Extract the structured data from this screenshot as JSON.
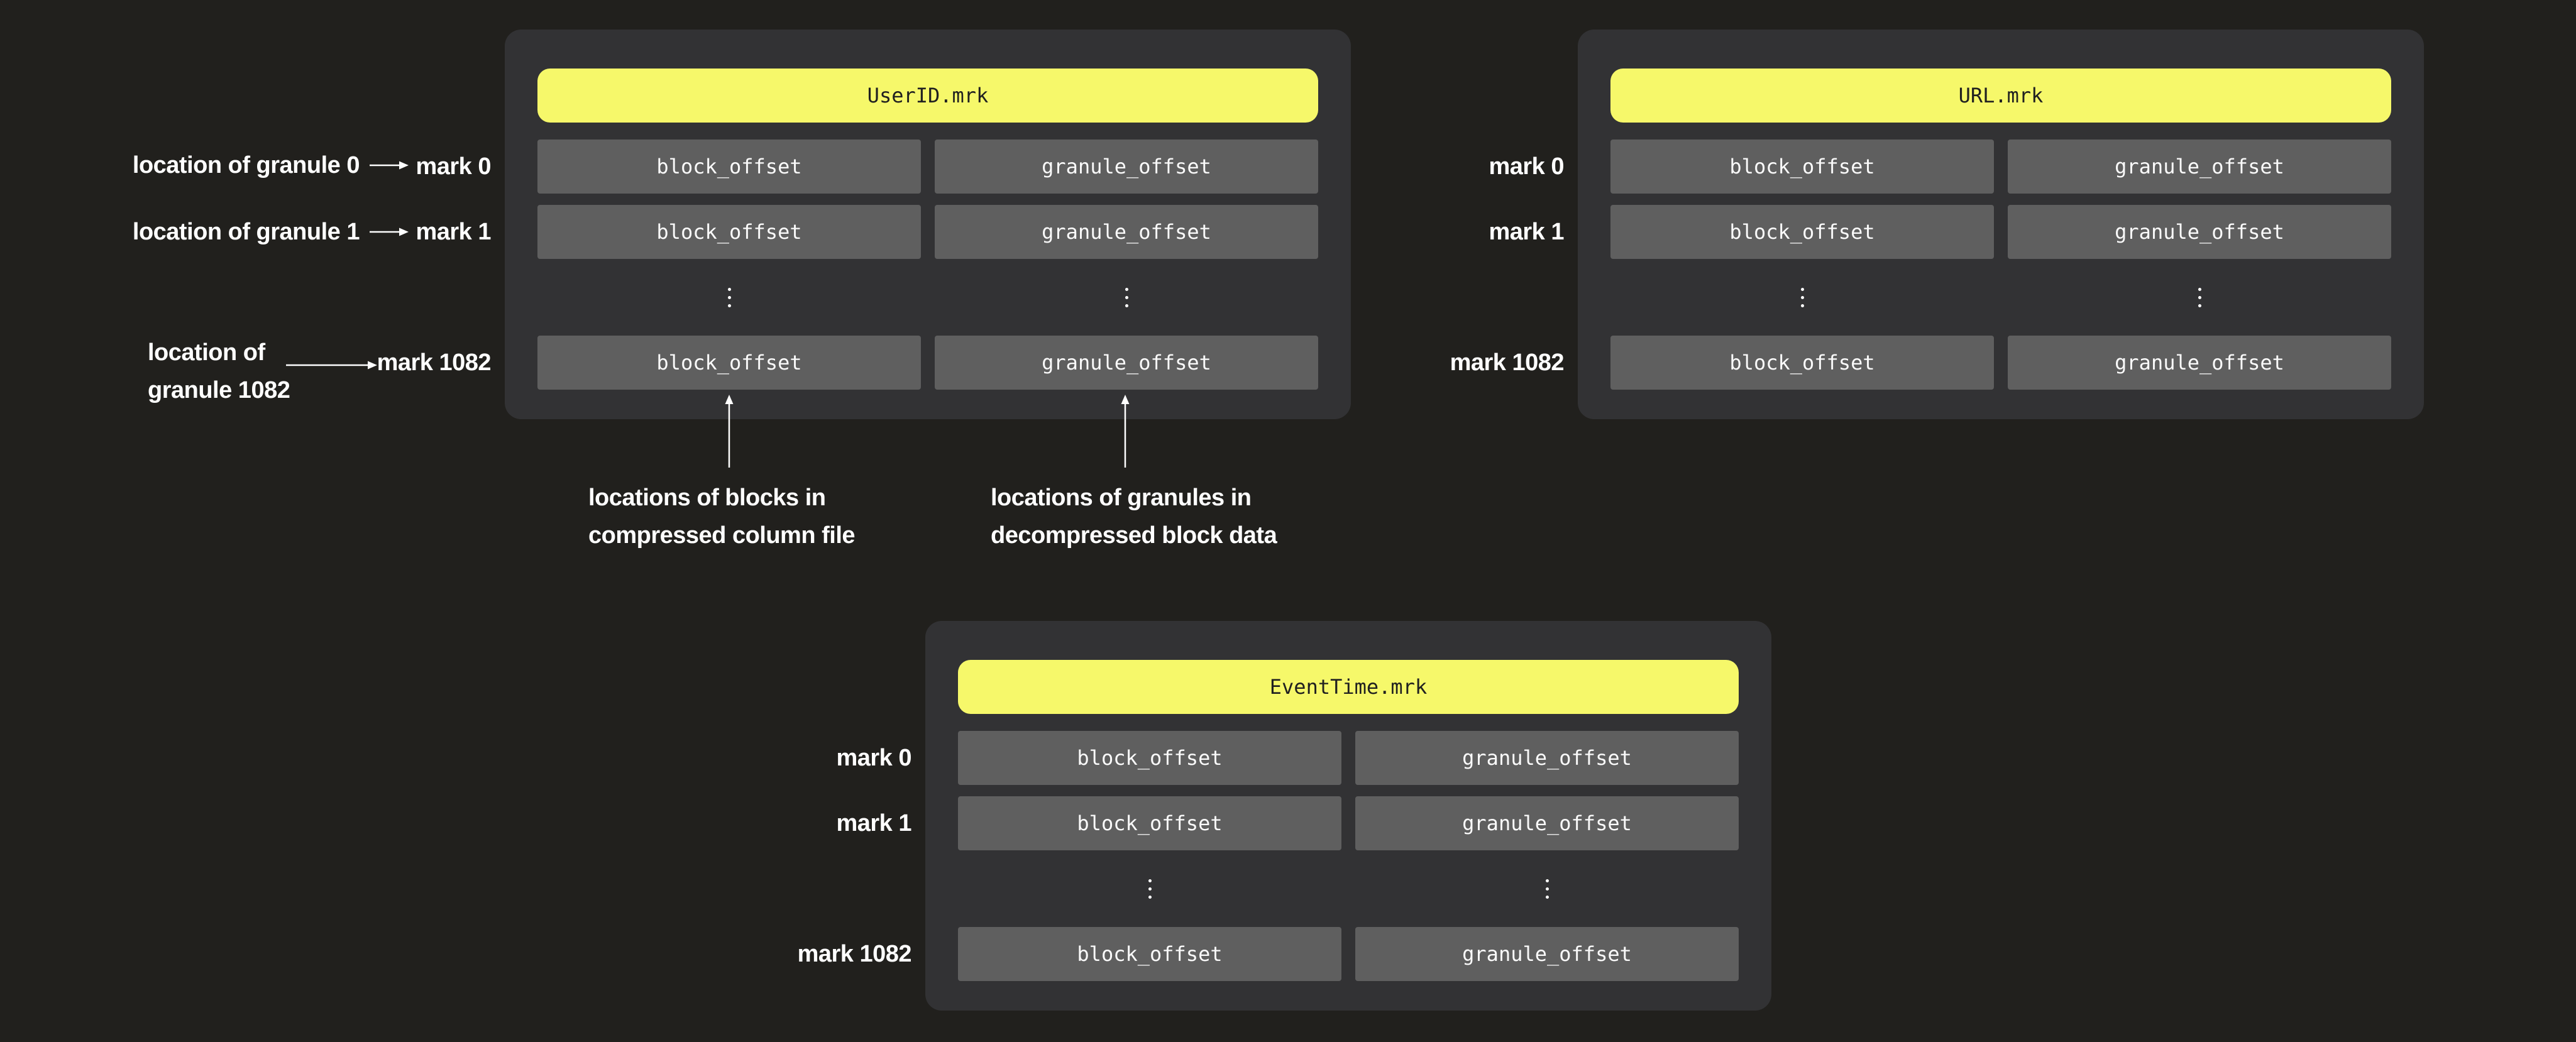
{
  "colors": {
    "background": "#21201d",
    "panel": "#323234",
    "cell": "#5f5f5f",
    "header_bg": "#f6f86a",
    "header_text": "#202020",
    "text": "#ffffff"
  },
  "panels": {
    "userid": {
      "title": "UserID.mrk",
      "mark0": "mark 0",
      "mark1": "mark 1",
      "mark1082": "mark 1082",
      "block_cell": "block_offset",
      "granule_cell": "granule_offset"
    },
    "url": {
      "title": "URL.mrk",
      "mark0": "mark 0",
      "mark1": "mark 1",
      "mark1082": "mark 1082",
      "block_cell": "block_offset",
      "granule_cell": "granule_offset"
    },
    "eventtime": {
      "title": "EventTime.mrk",
      "mark0": "mark 0",
      "mark1": "mark 1",
      "mark1082": "mark 1082",
      "block_cell": "block_offset",
      "granule_cell": "granule_offset"
    }
  },
  "annotations": {
    "granule0": "location of granule 0",
    "granule1": "location of granule 1",
    "granule1082_line1": "location of",
    "granule1082_line2": "granule 1082",
    "blocks_line1": "locations of blocks in",
    "blocks_line2": "compressed column file",
    "granules_line1": "locations of granules in",
    "granules_line2": "decompressed block data"
  },
  "icons": {
    "ellipsis": "vertical-ellipsis",
    "arrow_right": "arrow-right",
    "arrow_up": "arrow-up"
  }
}
